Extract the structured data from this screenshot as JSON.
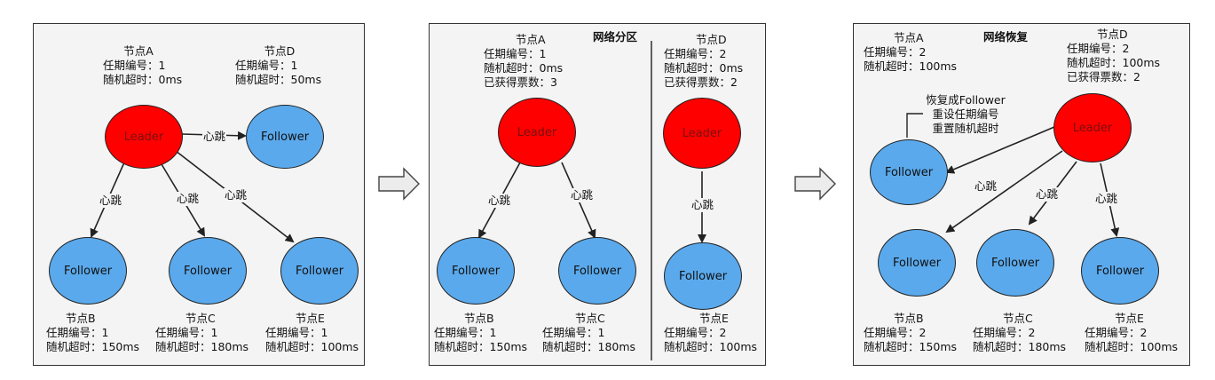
{
  "common": {
    "leader": "Leader",
    "follower": "Follower",
    "heartbeat": "心跳"
  },
  "panel1": {
    "a": {
      "name": "节点A",
      "term": "任期编号：1",
      "timeout": "随机超时：0ms"
    },
    "d": {
      "name": "节点D",
      "term": "任期编号：1",
      "timeout": "随机超时：50ms"
    },
    "b": {
      "name": "节点B",
      "term": "任期编号：1",
      "timeout": "随机超时：150ms"
    },
    "c": {
      "name": "节点C",
      "term": "任期编号：1",
      "timeout": "随机超时：180ms"
    },
    "e": {
      "name": "节点E",
      "term": "任期编号：1",
      "timeout": "随机超时：100ms"
    }
  },
  "panel2": {
    "title": "网络分区",
    "a": {
      "name": "节点A",
      "term": "任期编号：1",
      "timeout": "随机超时：0ms",
      "votes": "已获得票数：3"
    },
    "d": {
      "name": "节点D",
      "term": "任期编号：2",
      "timeout": "随机超时：0ms",
      "votes": "已获得票数：2"
    },
    "b": {
      "name": "节点B",
      "term": "任期编号：1",
      "timeout": "随机超时：150ms"
    },
    "c": {
      "name": "节点C",
      "term": "任期编号：1",
      "timeout": "随机超时：180ms"
    },
    "e": {
      "name": "节点E",
      "term": "任期编号：2",
      "timeout": "随机超时：100ms"
    }
  },
  "panel3": {
    "title": "网络恢复",
    "a": {
      "name": "节点A",
      "term": "任期编号：2",
      "timeout": "随机超时：100ms"
    },
    "d": {
      "name": "节点D",
      "term": "任期编号：2",
      "timeout": "随机超时：100ms",
      "votes": "已获得票数：2"
    },
    "b": {
      "name": "节点B",
      "term": "任期编号：2",
      "timeout": "随机超时：150ms"
    },
    "c": {
      "name": "节点C",
      "term": "任期编号：2",
      "timeout": "随机超时：180ms"
    },
    "e": {
      "name": "节点E",
      "term": "任期编号：2",
      "timeout": "随机超时：100ms"
    },
    "note": [
      "恢复成Follower",
      "重设任期编号",
      "重置随机超时"
    ]
  }
}
